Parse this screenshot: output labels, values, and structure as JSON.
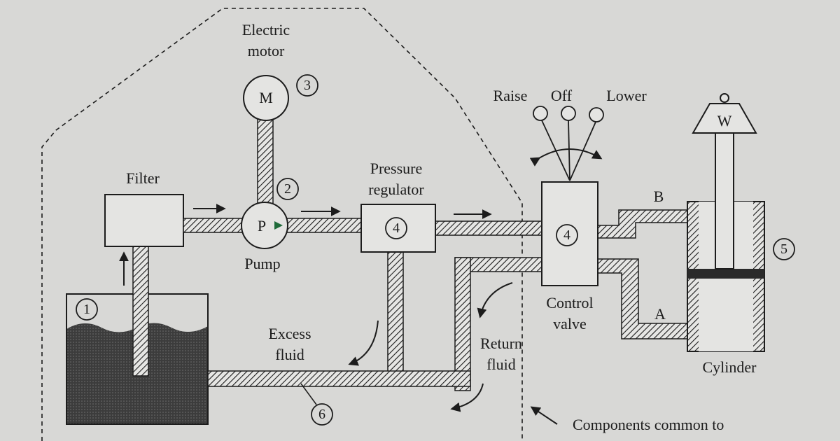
{
  "labels": {
    "electric_motor_line1": "Electric",
    "electric_motor_line2": "motor",
    "motor_symbol": "M",
    "pump_symbol": "P",
    "pump": "Pump",
    "filter": "Filter",
    "pressure_regulator_line1": "Pressure",
    "pressure_regulator_line2": "regulator",
    "raise": "Raise",
    "off": "Off",
    "lower": "Lower",
    "weight_symbol": "W",
    "port_b": "B",
    "port_a": "A",
    "control_valve_line1": "Control",
    "control_valve_line2": "valve",
    "excess_fluid_line1": "Excess",
    "excess_fluid_line2": "fluid",
    "return_fluid_line1": "Return",
    "return_fluid_line2": "fluid",
    "cylinder": "Cylinder",
    "components_common": "Components common to"
  },
  "callouts": {
    "reservoir": "1",
    "pump": "2",
    "motor": "3",
    "regulator": "4",
    "valve": "4",
    "cylinder": "5",
    "return_line": "6"
  },
  "colors": {
    "background": "#d8d8d6",
    "ink": "#1c1c1c",
    "fluid": "#3c3c3c",
    "piston": "#2a2a2a",
    "pump_arrow": "#1f6b3a"
  }
}
